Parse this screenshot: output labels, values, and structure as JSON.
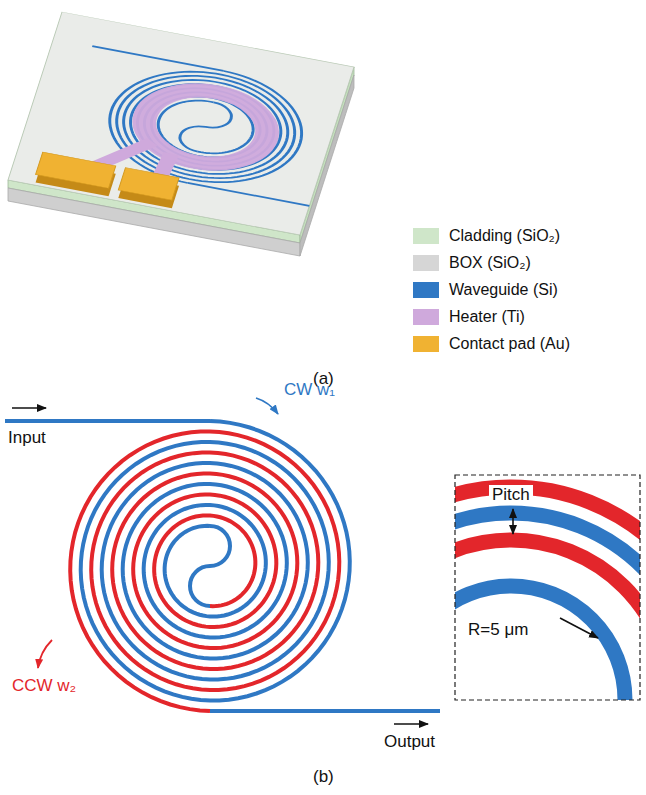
{
  "diagram": {
    "labels": [
      "(a)",
      "Input",
      "CW w₁",
      "Pitch",
      "R=5 μm",
      "CCW w₂",
      "Output",
      "(b)"
    ],
    "legend": [
      {
        "text": "Cladding (SiO₂)",
        "color": "#cfe6c9"
      },
      {
        "text": "BOX (SiO₂)",
        "color": "#d6d6d6"
      },
      {
        "text": "Waveguide (Si)",
        "color": "#2f78c4"
      },
      {
        "text": "Heater (Ti)",
        "color": "#cfa9dc"
      },
      {
        "text": "Contact pad (Au)",
        "color": "#f0b232"
      }
    ]
  }
}
